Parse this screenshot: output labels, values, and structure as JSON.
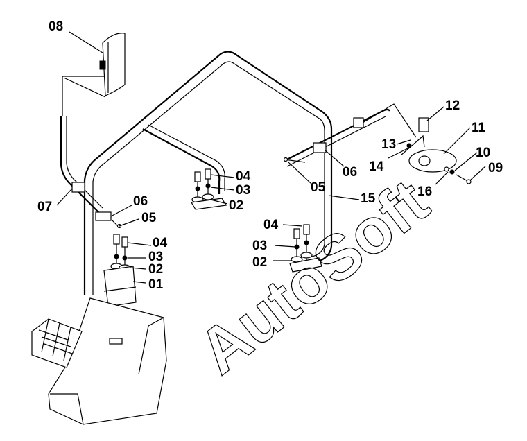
{
  "watermark": "AutoSoft",
  "labels": {
    "l08": "08",
    "l07": "07",
    "l06a": "06",
    "l05a": "05",
    "l04a": "04",
    "l03a": "03",
    "l02a": "02",
    "l01": "01",
    "l04b": "04",
    "l03b": "03",
    "l02b": "02",
    "l04c": "04",
    "l03c": "03",
    "l02c": "02",
    "l15": "15",
    "l05b": "05",
    "l06b": "06",
    "l14": "14",
    "l13": "13",
    "l12": "12",
    "l11": "11",
    "l10": "10",
    "l09": "09",
    "l16": "16"
  }
}
